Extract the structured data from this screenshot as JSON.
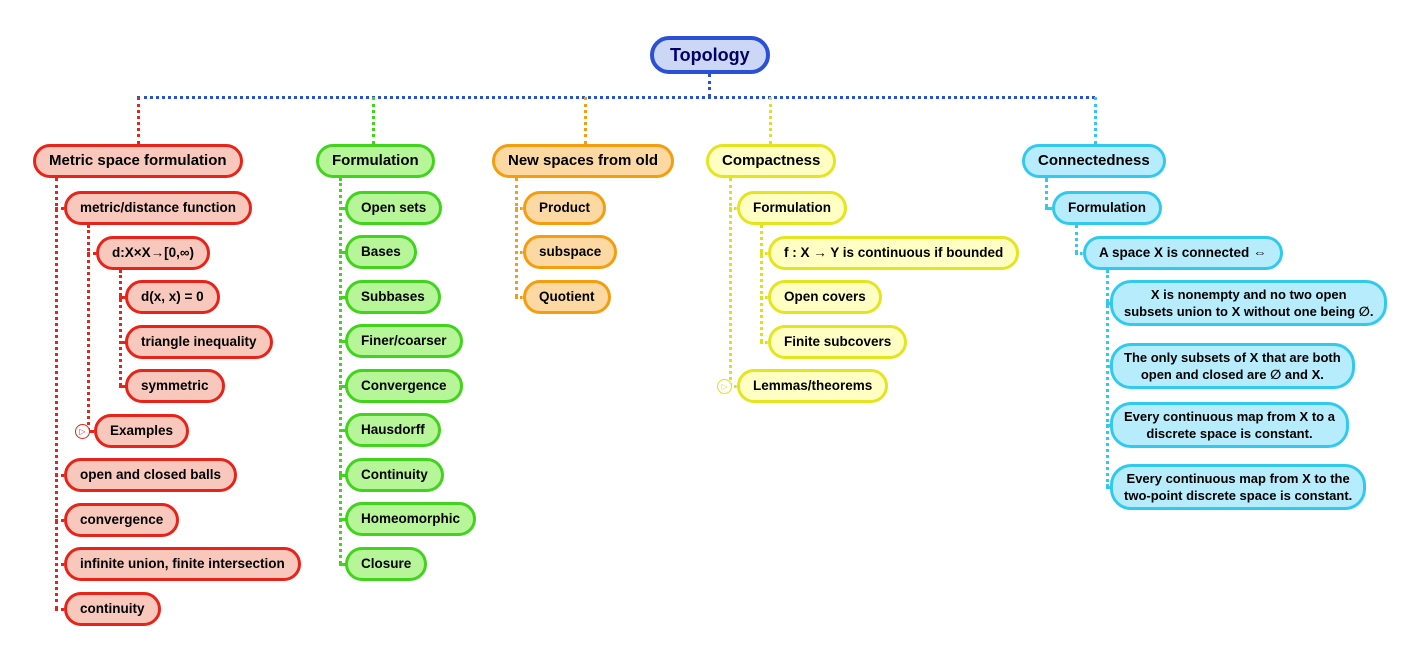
{
  "root": {
    "label": "Topology"
  },
  "icons": {
    "collapse_glyph": "▷"
  },
  "colors": {
    "root_border": "#2b50d8",
    "root_fill": "#ccd6f5",
    "root_text": "#000066",
    "red_border": "#e8231a",
    "red_fill": "#f9c8bd",
    "green_border": "#41d31d",
    "green_fill": "#b6f598",
    "orange_border": "#f49d0e",
    "orange_fill": "#fcd9a3",
    "yellow_border": "#e4e41f",
    "yellow_fill": "#ffffc4",
    "cyan_border": "#32c9ef",
    "cyan_fill": "#b6ecfb",
    "link_blue": "#2b50d8",
    "node_text": "#000000"
  },
  "branches": {
    "metric": {
      "title": "Metric space formulation",
      "items": {
        "distance_fn": "metric/distance function",
        "d_map": "d:X×X→[0,∞)",
        "d_xx": "d(x, x) = 0",
        "triangle": "triangle inequality",
        "symmetric": "symmetric",
        "examples": "Examples",
        "balls": "open and closed balls",
        "convergence": "convergence",
        "union_intersection": "infinite union, finite intersection",
        "continuity": "continuity"
      }
    },
    "formulation": {
      "title": "Formulation",
      "items": {
        "open_sets": "Open sets",
        "bases": "Bases",
        "subbases": "Subbases",
        "finer_coarser": "Finer/coarser",
        "convergence": "Convergence",
        "hausdorff": "Hausdorff",
        "continuity": "Continuity",
        "homeomorphic": "Homeomorphic",
        "closure": "Closure"
      }
    },
    "new_spaces": {
      "title": "New spaces from old",
      "items": {
        "product": "Product",
        "subspace": "subspace",
        "quotient": "Quotient"
      }
    },
    "compactness": {
      "title": "Compactness",
      "items": {
        "formulation": "Formulation",
        "bounded": "f : X → Y is continuous if bounded",
        "open_covers": "Open covers",
        "finite_subcovers": "Finite subcovers",
        "lemmas": "Lemmas/theorems"
      }
    },
    "connectedness": {
      "title": "Connectedness",
      "items": {
        "formulation": "Formulation",
        "connected_iff": "A space X is connected ⇔",
        "nonempty": "X is nonempty and no two open\nsubsets union to X without one being ∅.",
        "clopen": "The only subsets of X that are both\nopen and closed are ∅ and X.",
        "discrete": "Every continuous map from X to a\ndiscrete space is constant.",
        "two_point": "Every continuous map from X to the\ntwo-point discrete space is constant."
      }
    }
  }
}
